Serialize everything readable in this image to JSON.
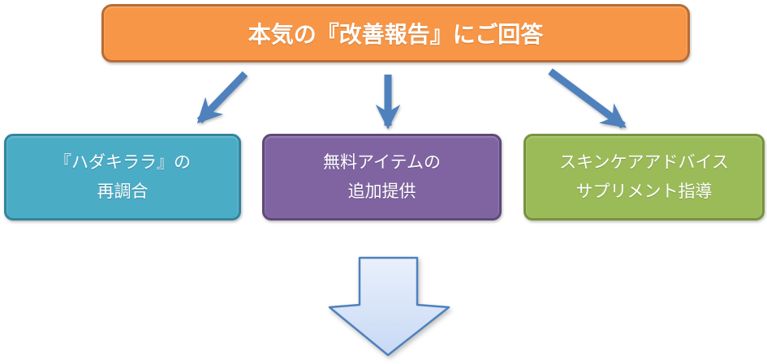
{
  "diagram": {
    "title_box": {
      "label": "本気の『改善報告』にご回答",
      "fill": "#F79646",
      "border": "#B96B34",
      "text_color": "#FFFFFF"
    },
    "branch_boxes": [
      {
        "label": "『ハダキララ』の\n再調合",
        "fill": "#4BACC6",
        "border": "#31859C",
        "text_color": "#FFFFFF"
      },
      {
        "label": "無料アイテムの\n追加提供",
        "fill": "#8064A2",
        "border": "#5D4A78",
        "text_color": "#FFFFFF"
      },
      {
        "label": "スキンケアアドバイス\nサプリメント指導",
        "fill": "#9BBB59",
        "border": "#77933C",
        "text_color": "#FFFFFF"
      }
    ],
    "connectors": {
      "color": "#4F81BD",
      "count": 3,
      "direction": "from title box down to each branch box"
    },
    "result_arrow": {
      "direction": "down",
      "fill_top": "#E9F0FB",
      "fill_bottom": "#C8D9F5",
      "border": "#4F81BD"
    }
  }
}
